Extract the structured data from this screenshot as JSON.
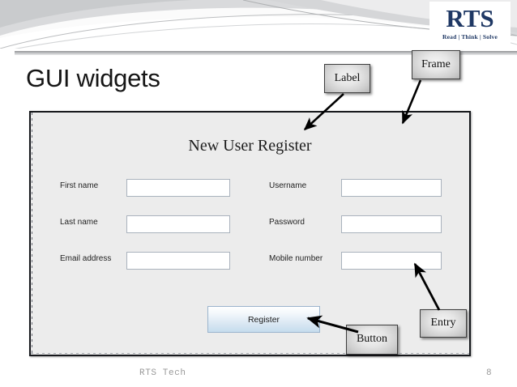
{
  "slide": {
    "title": "GUI widgets",
    "footer_note": "RTS Tech",
    "page_number": "8"
  },
  "brand": {
    "logo_text": "RTS",
    "tagline": "Read | Think | Solve",
    "logo_color": "#1f3864"
  },
  "app_window": {
    "heading": "New User Register",
    "fields_left": [
      {
        "label": "First name",
        "value": "",
        "placeholder": ""
      },
      {
        "label": "Last name",
        "value": "",
        "placeholder": ""
      },
      {
        "label": "Email address",
        "value": "",
        "placeholder": ""
      }
    ],
    "fields_right": [
      {
        "label": "Username",
        "value": "",
        "placeholder": ""
      },
      {
        "label": "Password",
        "value": "",
        "placeholder": ""
      },
      {
        "label": "Mobile number",
        "value": "",
        "placeholder": ""
      }
    ],
    "submit_label": "Register",
    "background_color": "#ececec",
    "button_accent": "#c5dced"
  },
  "callouts": [
    {
      "id": "label",
      "text": "Label",
      "points_to": "form-heading"
    },
    {
      "id": "frame",
      "text": "Frame",
      "points_to": "app-window"
    },
    {
      "id": "entry",
      "text": "Entry",
      "points_to": "mobile-number-input"
    },
    {
      "id": "button",
      "text": "Button",
      "points_to": "register-button"
    }
  ]
}
